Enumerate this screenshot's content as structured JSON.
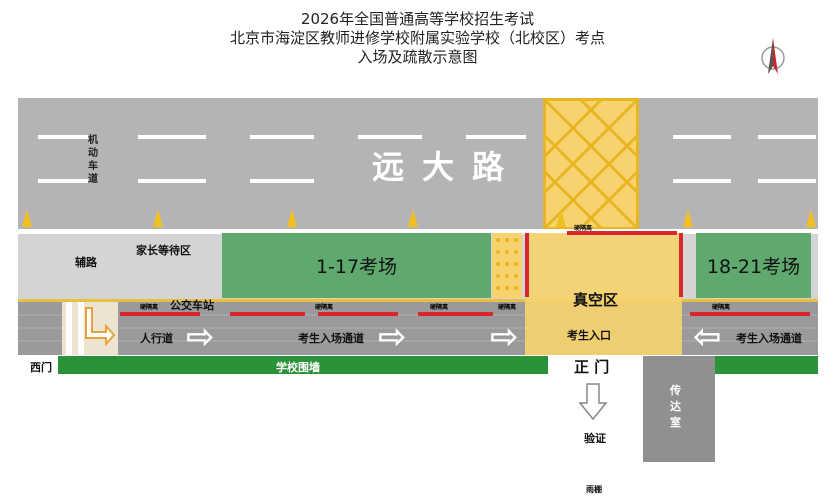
{
  "title": {
    "line1": "2026年全国普通高等学校招生考试",
    "line2": "北京市海淀区教师进修学校附属实验学校（北校区）考点",
    "line3": "入场及疏散示意图"
  },
  "labels": {
    "road_name": "远大路",
    "lane": "机动车道",
    "aux_road": "辅路",
    "parent_wait": "家长等待区",
    "exam_left": "1-17考场",
    "exam_right": "18-21考场",
    "vacuum": "真空区",
    "bus_stop": "公交车站",
    "sidewalk": "人行道",
    "entry_channel_left": "考生入场通道",
    "entry_channel_right": "考生入场通道",
    "student_entry": "考生入口",
    "west_gate": "西门",
    "school_wall": "学校围墙",
    "main_gate": "正 门",
    "guard_room": "传达室",
    "verify": "验证",
    "shelter": "雨棚",
    "isolation_1": "硬隔离",
    "isolation_2": "硬隔离",
    "isolation_3": "硬隔离",
    "isolation_4": "硬隔离",
    "isolation_5": "硬隔离",
    "isolation_6": "硬隔离"
  },
  "colors": {
    "exam_area": "#5fa86e",
    "vacuum_area": "#f6d36e",
    "wall": "#2a9238",
    "isolation": "#d8262b"
  },
  "icons": {
    "compass": "north-arrow-icon"
  }
}
